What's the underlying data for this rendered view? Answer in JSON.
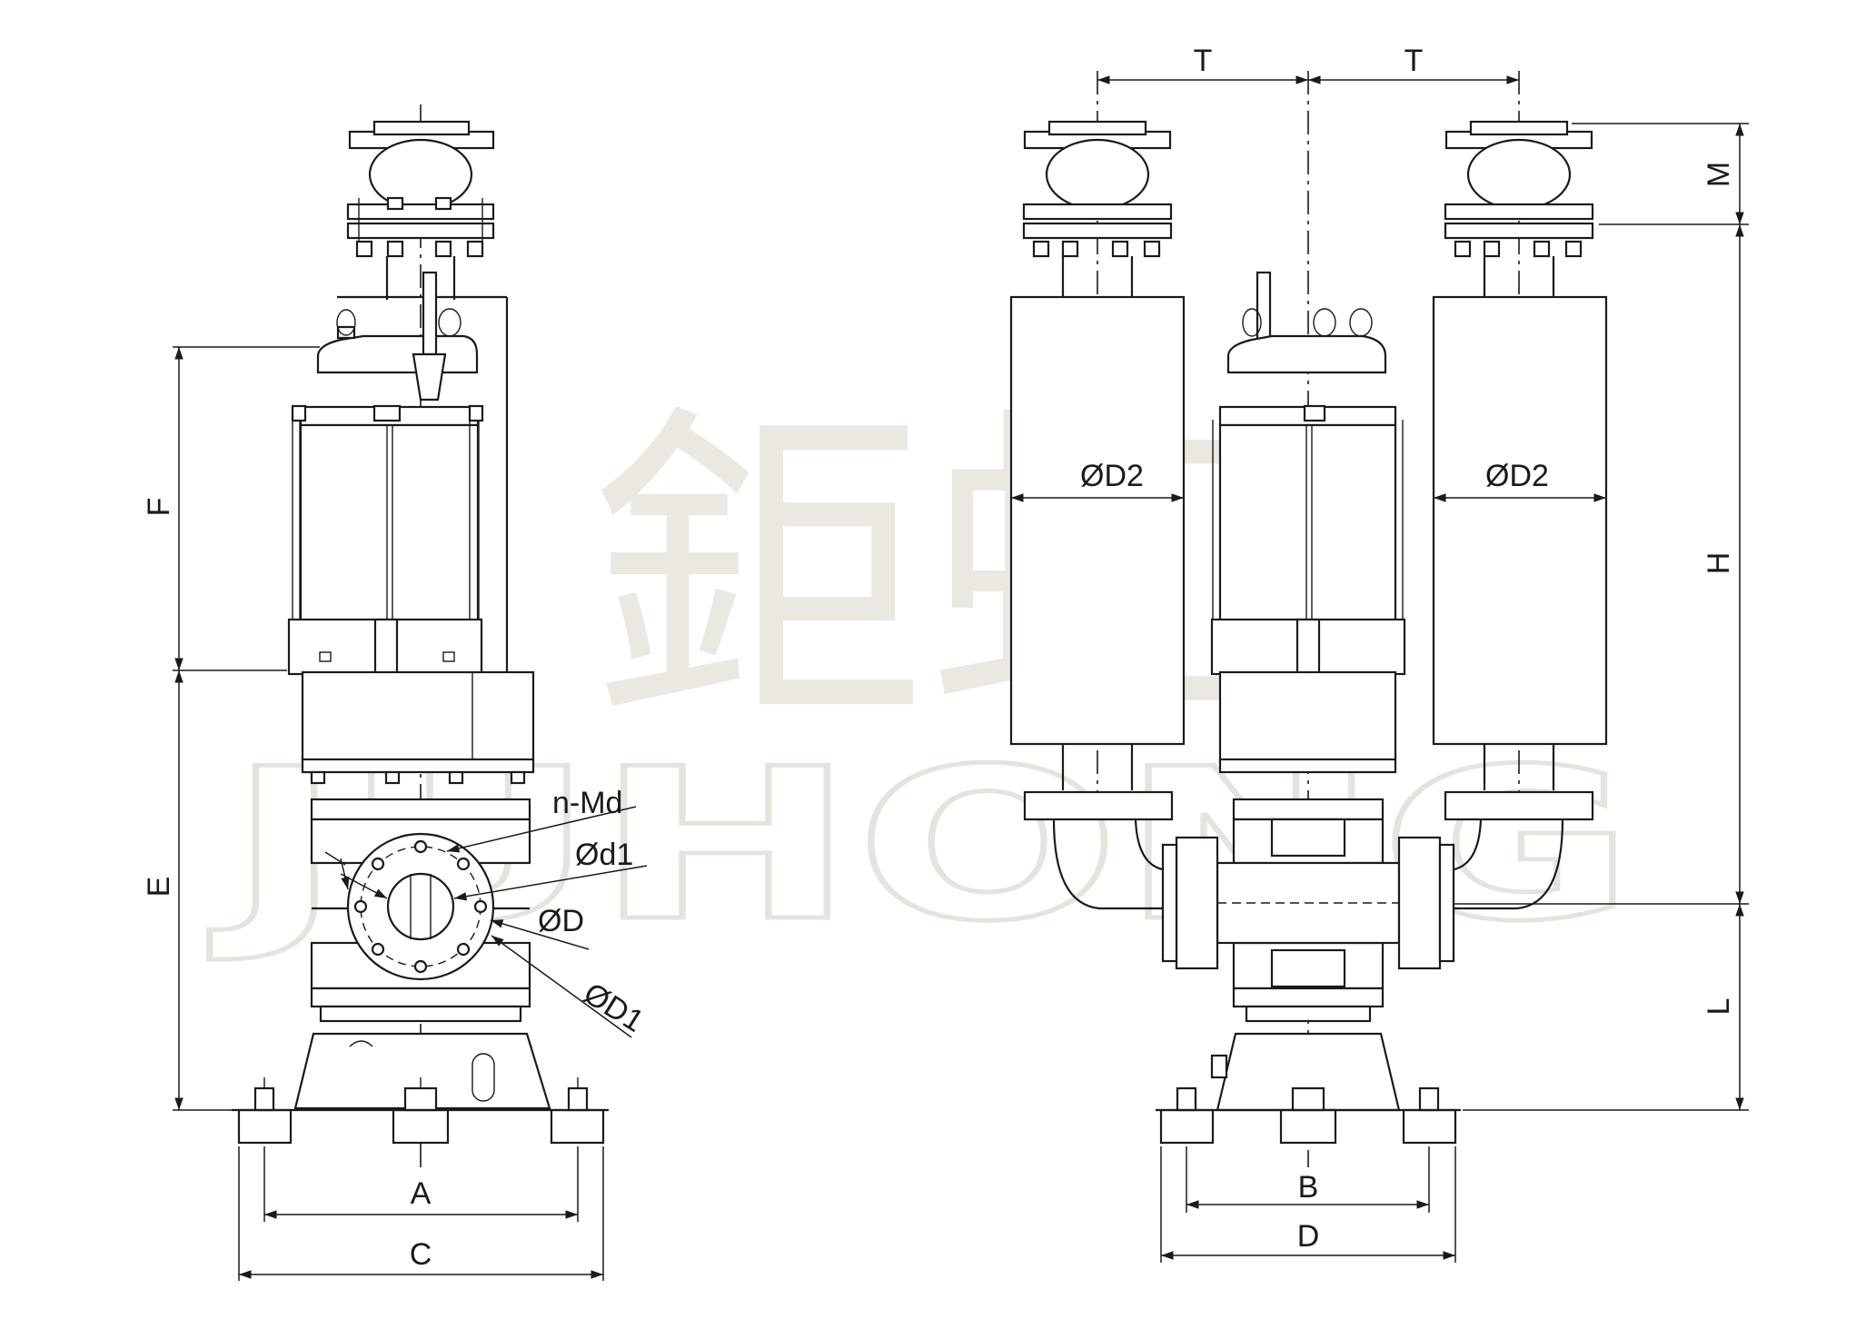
{
  "watermark": {
    "chinese": "鉅虹",
    "latin": "JUHONG"
  },
  "front_view": {
    "labels": {
      "F": "F",
      "E": "E",
      "A": "A",
      "C": "C",
      "n_md": "n-Md",
      "d1": "Ød1",
      "D": "ØD",
      "D1": "ØD1"
    }
  },
  "side_view": {
    "labels": {
      "T_left": "T",
      "T_right": "T",
      "D2_left": "ØD2",
      "D2_right": "ØD2",
      "M": "M",
      "H": "H",
      "L": "L",
      "B": "B",
      "D": "D"
    }
  }
}
